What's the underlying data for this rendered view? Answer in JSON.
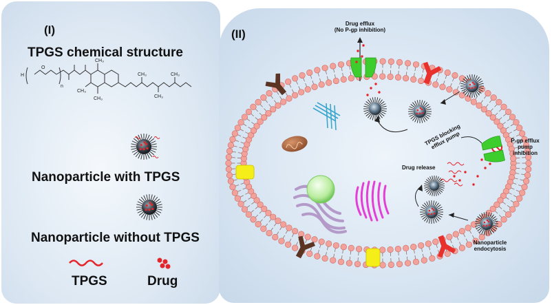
{
  "left_panel": {
    "label": "(I)",
    "structure_title": "TPGS chemical structure",
    "structure_atoms": {
      "h": "H",
      "o": "O",
      "n": "n",
      "ch3": "CH₃"
    },
    "np_with_label": "Nanoparticle with TPGS",
    "np_without_label": "Nanoparticle without TPGS",
    "legend": {
      "tpgs": "TPGS",
      "drug": "Drug"
    }
  },
  "right_panel": {
    "label": "(II)",
    "drug_efflux_line1": "Drug efflux",
    "drug_efflux_line2": "(No P-gp inhibition)",
    "tpgs_block_line1": "TPGS blocking",
    "tpgs_block_line2": "efflux pump",
    "pgp_line1": "P-gp efflux",
    "pgp_line2": "pump",
    "pgp_line3": "inhibition",
    "drug_release": "Drug release",
    "endocytosis_line1": "Nanoparticle",
    "endocytosis_line2": "endocytosis"
  },
  "colors": {
    "lipid_head": "#f2a29a",
    "lipid_head_stroke": "#c96a62",
    "tpgs_red": "#e3262b",
    "pgp_green": "#3dce2d",
    "receptor_red": "#e8302c",
    "receptor_brown": "#5b3424",
    "channel_yellow": "#f5ee18"
  }
}
